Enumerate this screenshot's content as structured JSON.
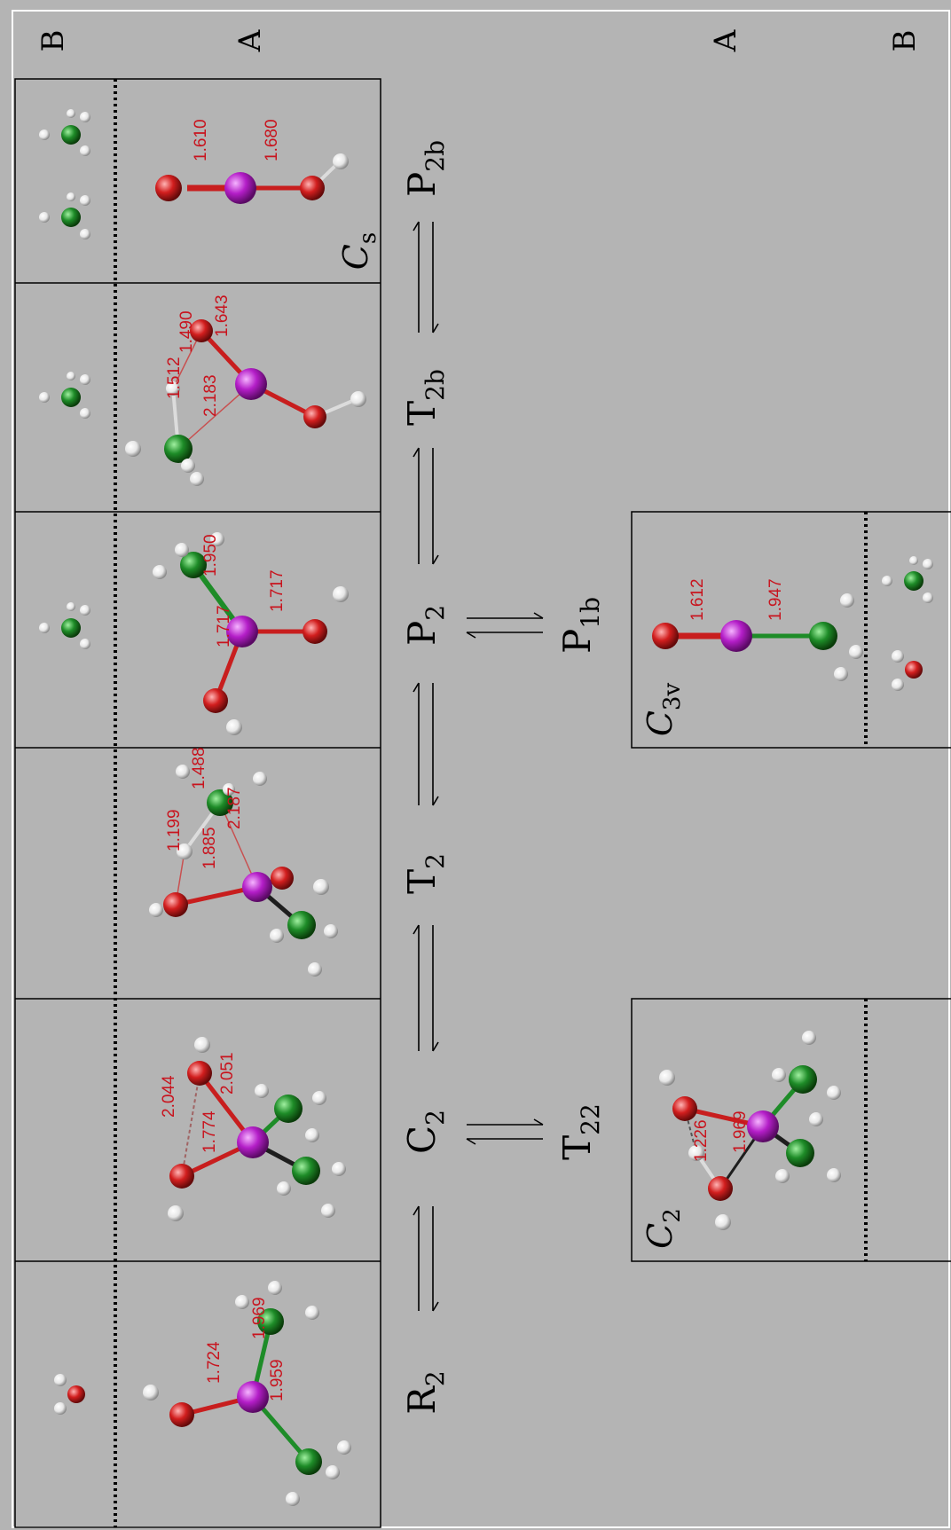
{
  "side_labels": {
    "top_B": "B",
    "top_A": "A",
    "right_A": "A",
    "right_B": "B"
  },
  "species": {
    "R2": {
      "main": "R",
      "sub": "2"
    },
    "C2": {
      "main": "C",
      "sub": "2"
    },
    "T2": {
      "main": "T",
      "sub": "2"
    },
    "P2": {
      "main": "P",
      "sub": "2"
    },
    "T2b": {
      "main": "T",
      "sub": "2b"
    },
    "P2b": {
      "main": "P",
      "sub": "2b"
    },
    "T22": {
      "main": "T",
      "sub": "22"
    },
    "P1b": {
      "main": "P",
      "sub": "1b"
    }
  },
  "symmetry": {
    "Cs": {
      "main": "C",
      "sub": "s"
    },
    "C3v": {
      "main": "C",
      "sub": "3v"
    },
    "C2": {
      "main": "C",
      "sub": "2"
    }
  },
  "bond_lengths": {
    "R2": [
      "1.724",
      "1.969",
      "1.959"
    ],
    "C2": [
      "2.044",
      "1.774",
      "2.051"
    ],
    "T2": [
      "1.199",
      "1.885",
      "1.488",
      "2.187"
    ],
    "P2": [
      "1.950",
      "1.717",
      "1.717"
    ],
    "T2b": [
      "1.512",
      "2.183",
      "1.490",
      "1.643"
    ],
    "P2b": [
      "1.610",
      "1.680"
    ],
    "T22": [
      "1.226",
      "1.969"
    ],
    "P1b": [
      "1.612",
      "1.947"
    ]
  },
  "atom_colors": {
    "P": "#b41ec8",
    "O": "#d21e1e",
    "C": "#1e8c28",
    "H": "#f0f0f0"
  }
}
